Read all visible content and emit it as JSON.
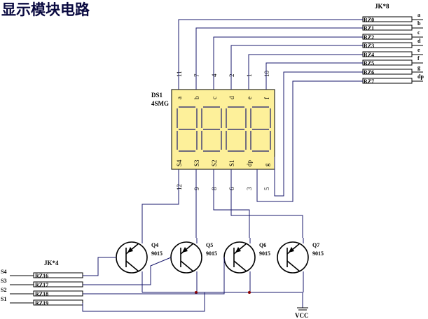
{
  "title": "显示模块电路",
  "display": {
    "ref": "DS1",
    "part": "4SMG",
    "color": "#fdf09a",
    "top_pin_numbers": [
      "11",
      "7",
      "4",
      "2",
      "1",
      "10"
    ],
    "top_pin_names": [
      "a",
      "b",
      "c",
      "d",
      "e",
      "f"
    ],
    "bottom_pin_names": [
      "S4",
      "S3",
      "S2",
      "S1",
      "dp",
      "g"
    ],
    "bottom_pin_numbers": [
      "12",
      "9",
      "8",
      "6",
      "3",
      "5"
    ]
  },
  "connector_segments": {
    "ref": "JK*8",
    "nets": [
      "RZ0",
      "RZ1",
      "RZ2",
      "RZ3",
      "RZ4",
      "RZ5",
      "RZ6",
      "RZ7"
    ],
    "signals": [
      "a",
      "b",
      "c",
      "d",
      "e",
      "f",
      "g",
      "dp"
    ]
  },
  "connector_select": {
    "ref": "JK*4",
    "signals": [
      "S4",
      "S3",
      "S2",
      "S1"
    ],
    "nets": [
      "RZ16",
      "RZ17",
      "RZ18",
      "RZ19"
    ]
  },
  "transistors": [
    {
      "ref": "Q4",
      "part": "9015"
    },
    {
      "ref": "Q5",
      "part": "9015"
    },
    {
      "ref": "Q6",
      "part": "9015"
    },
    {
      "ref": "Q7",
      "part": "9015"
    }
  ],
  "power": {
    "label": "VCC"
  },
  "colors": {
    "wire": "#1a1a6e",
    "junction": "#8b0000",
    "title": "#0a0a40"
  }
}
